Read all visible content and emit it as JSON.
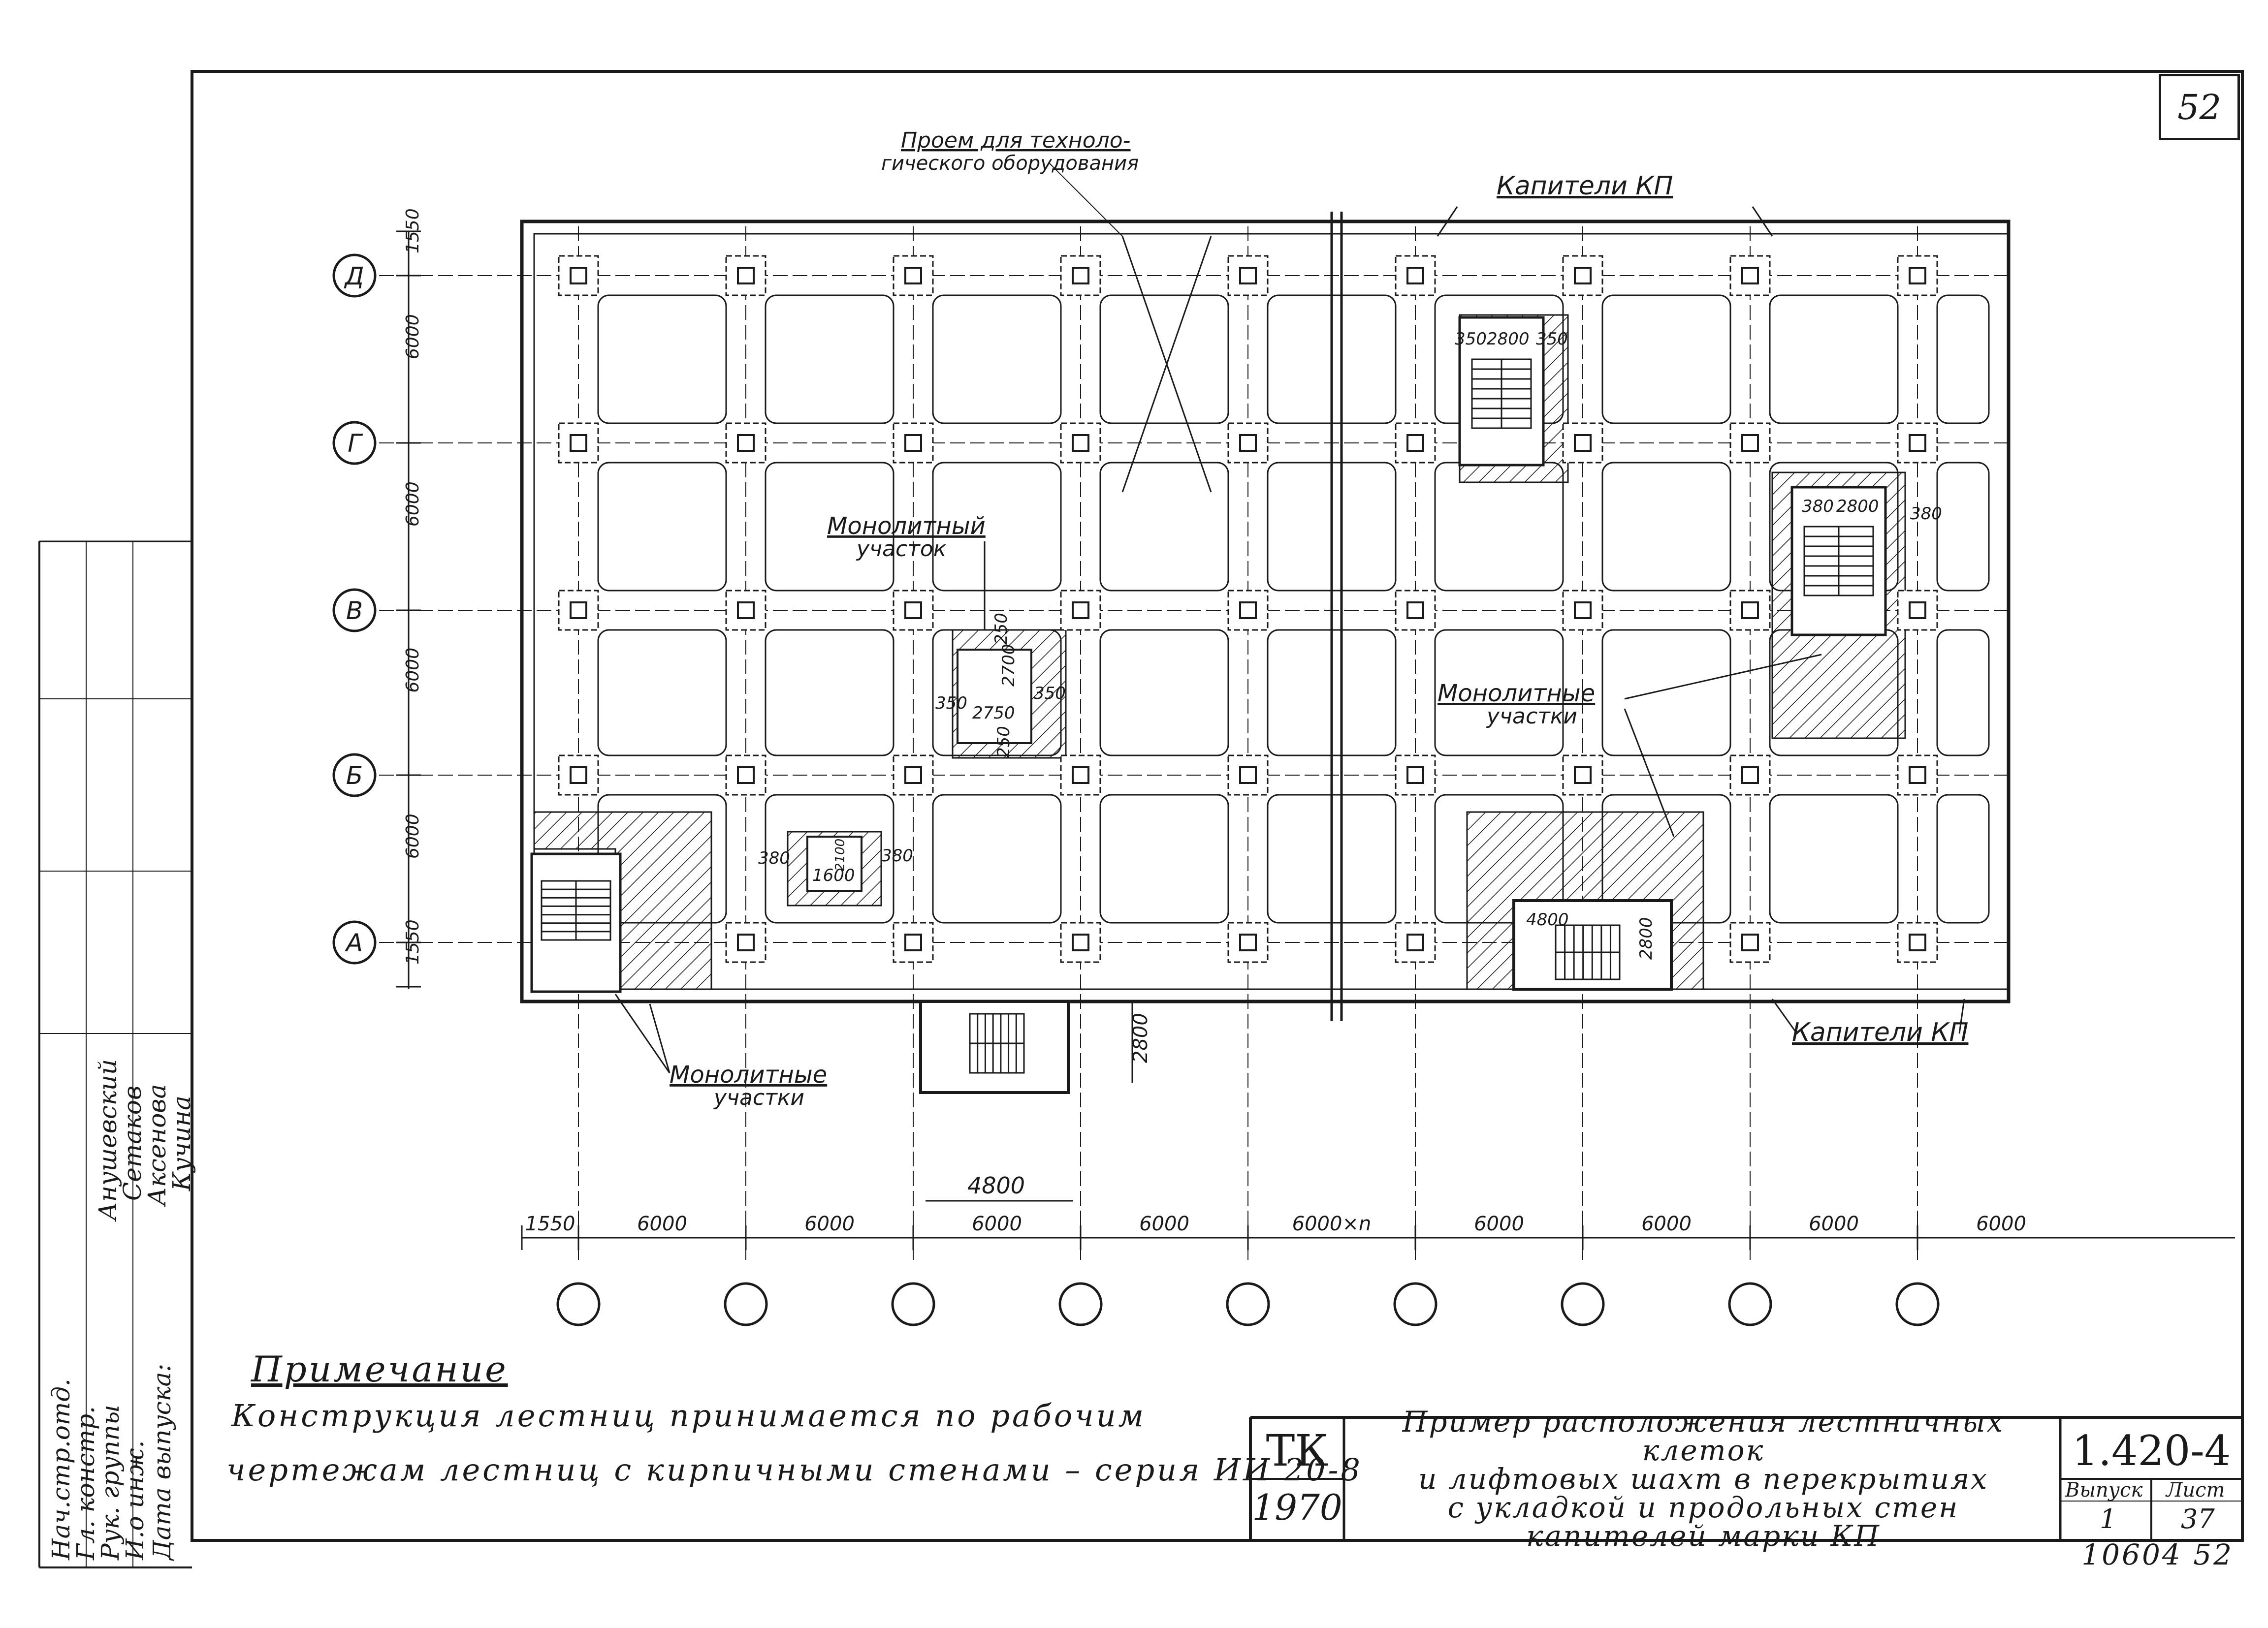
{
  "sheet": {
    "page_number": "52",
    "inventory_code": "10604",
    "inventory_page": "52"
  },
  "plan": {
    "axes_rows": [
      "Д",
      "Г",
      "В",
      "Б",
      "А"
    ],
    "row_dims": [
      "1550",
      "6000",
      "6000",
      "6000",
      "6000",
      "1550"
    ],
    "col_dims": [
      "1550",
      "6000",
      "6000",
      "6000",
      "6000",
      "6000×n",
      "6000",
      "6000",
      "6000",
      "6000"
    ],
    "labels": {
      "opening_line1": "Проем для техноло-",
      "opening_line2": "гического оборудования",
      "capitals_top": "Капители КП",
      "capitals_bottom": "Капители КП",
      "monolithic_single_line1": "Монолитный",
      "monolithic_single_line2": "участок",
      "monolithic_right_line1": "Монолитные",
      "monolithic_right_line2": "участки",
      "monolithic_bottom_line1": "Монолитные",
      "monolithic_bottom_line2": "участки"
    },
    "dims": {
      "d_350a": "350",
      "d_2800a": "2800",
      "d_350b": "350",
      "d_380a": "380",
      "d_2800b": "2800",
      "d_380b": "380",
      "d_350c": "350",
      "d_2750": "2750",
      "d_350d": "350",
      "d_2700": "2700",
      "d_250a": "250",
      "d_250b": "250",
      "d_380c": "380",
      "d_1600": "1600",
      "d_380d": "380",
      "d_2100": "2100",
      "d_4800a": "4800",
      "d_2800c": "2800",
      "d_2800d": "2800",
      "d_4800b": "4800"
    }
  },
  "notes": {
    "title": "Примечание",
    "line1": "Конструкция лестниц принимается по рабочим",
    "line2": "чертежам лестниц с кирпичными стенами – серия ИИ 20-8"
  },
  "title_block": {
    "org": "ТК",
    "year": "1970",
    "title_line1": "Пример расположения лестничных клеток",
    "title_line2": "и лифтовых шахт в перекрытиях",
    "title_line3": "с укладкой и продольных стен",
    "title_line4": "капителей марки КП",
    "series_code": "1.420-4",
    "issue_label": "Выпуск",
    "issue_value": "1",
    "sheet_label": "Лист",
    "sheet_value": "37"
  },
  "signature_block": {
    "roles": [
      "Нач.стр.отд.",
      "Гл. констр.",
      "Рук. группы",
      "И.о инж.",
      "Дата выпуска:"
    ],
    "names": [
      "Анушевский",
      "Сетаков",
      "Аксенова",
      "Кучина"
    ]
  }
}
